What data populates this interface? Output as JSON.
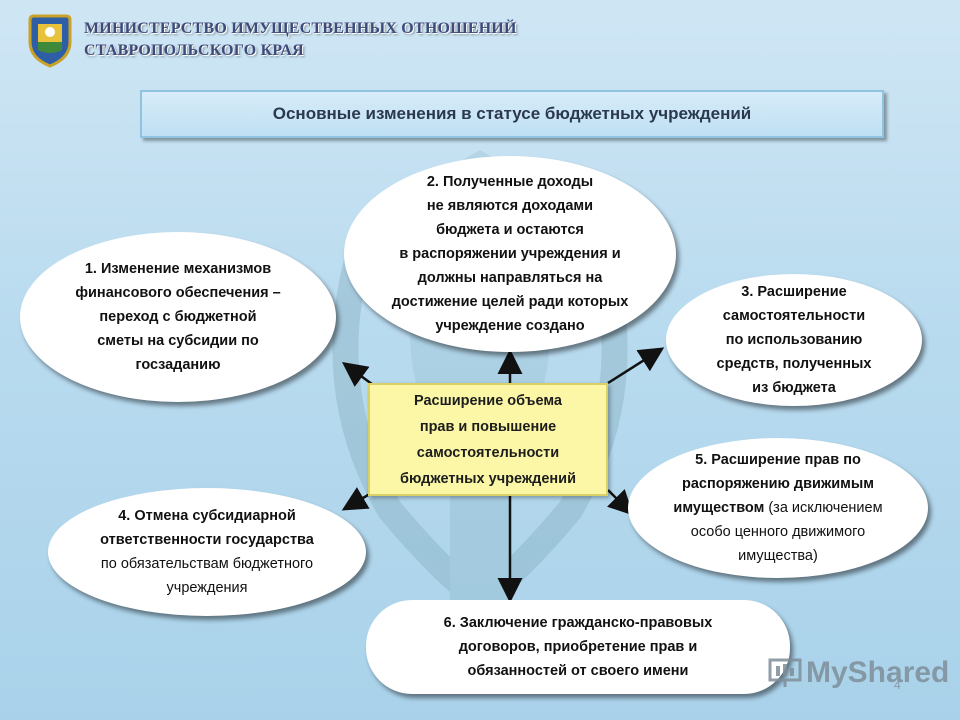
{
  "header": {
    "ministry_line1": "МИНИСТЕРСТВО ИМУЩЕСТВЕННЫХ ОТНОШЕНИЙ",
    "ministry_line2": "СТАВРОПОЛЬСКОГО КРАЯ"
  },
  "slide": {
    "title": "Основные изменения в статусе бюджетных учреждений",
    "center_lines": [
      "Расширение объема",
      "прав и повышение",
      "самостоятельности",
      "бюджетных учреждений"
    ],
    "item1": [
      "1. Изменение механизмов",
      "финансового обеспечения –",
      "переход с бюджетной",
      "сметы на субсидии по",
      "госзаданию"
    ],
    "item2": [
      "2. Полученные доходы",
      "не являются доходами",
      "бюджета и остаются",
      "в распоряжении учреждения и",
      "должны направляться  на",
      "достижение целей ради которых",
      "учреждение создано"
    ],
    "item3": [
      "3. Расширение",
      "самостоятельности",
      "по использованию",
      "средств, полученных",
      "из бюджета"
    ],
    "item4": {
      "bold": [
        "4. Отмена субсидиарной",
        "ответственности государства"
      ],
      "normal": [
        "по обязательствам бюджетного",
        "учреждения"
      ]
    },
    "item5": {
      "bold1": "5. Расширение прав по",
      "bold2": "распоряжению движимым",
      "bold3": "имуществом",
      "normal3": " (за исключением",
      "normal4": "особо ценного движимого",
      "normal5": "имущества)"
    },
    "item6": [
      "6. Заключение гражданско-правовых",
      "договоров, приобретение прав и",
      "обязанностей  от своего имени"
    ],
    "page_number": "4"
  },
  "watermark": {
    "text": "MyShared"
  },
  "colors": {
    "background": "#bfe0f3",
    "center_fill": "#fbf7a6",
    "ministry_text": "#3d4a7a"
  }
}
